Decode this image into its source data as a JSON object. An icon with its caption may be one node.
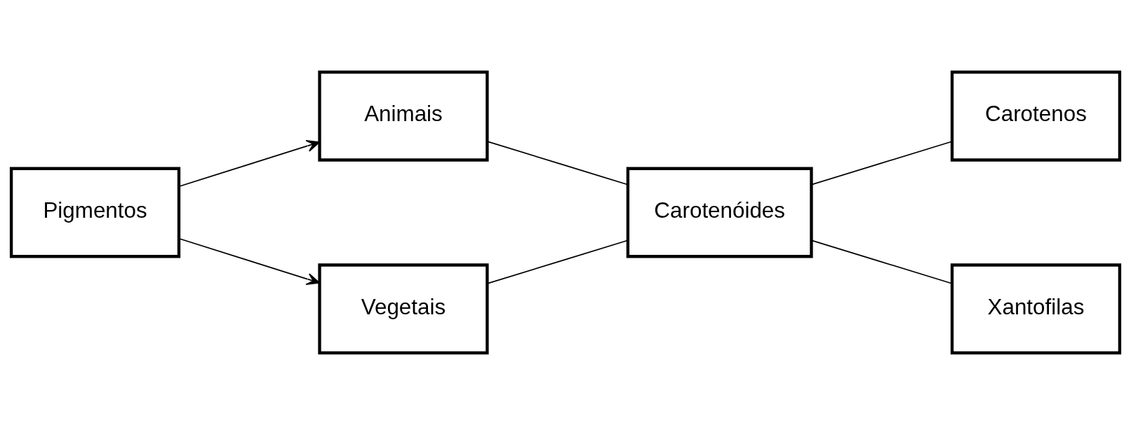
{
  "diagram": {
    "nodes": [
      {
        "text": [
          "Pigmentos"
        ]
      },
      {
        "text": [
          "Animais"
        ]
      },
      {
        "text": [
          "Vegetais"
        ]
      },
      {
        "text": [
          "Carotenóides"
        ]
      },
      {
        "text": [
          "Carotenos"
        ]
      },
      {
        "text": [
          "Xantofilas"
        ]
      }
    ],
    "edges": [
      {
        "from": 0,
        "to": 1,
        "arrow": "to"
      },
      {
        "from": 0,
        "to": 2,
        "arrow": "to"
      },
      {
        "from": 1,
        "to": 3,
        "arrow": "none"
      },
      {
        "from": 2,
        "to": 3,
        "arrow": "none"
      },
      {
        "from": 3,
        "to": 4,
        "arrow": "none"
      },
      {
        "from": 3,
        "to": 5,
        "arrow": "none"
      }
    ]
  }
}
